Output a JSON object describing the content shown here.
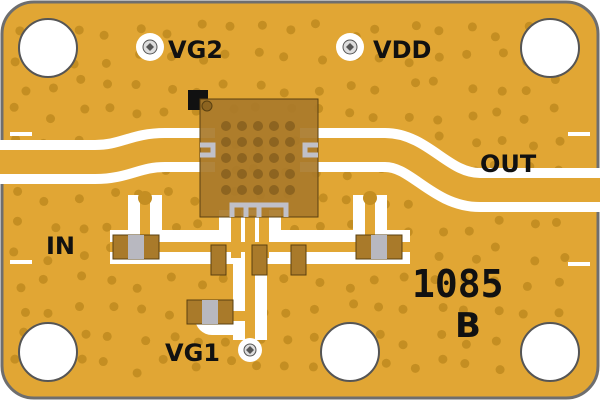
{
  "board": {
    "colors": {
      "copper": "#E1A634",
      "via": "#C48E22",
      "clearance": "#FFFFFF",
      "ic": "#A97A2A",
      "edge": "#6E6E6E"
    },
    "labels": {
      "vg2": "VG2",
      "vdd": "VDD",
      "out": "OUT",
      "in": "IN",
      "vg1": "VG1",
      "part_number": "1085",
      "revision": "B"
    }
  }
}
